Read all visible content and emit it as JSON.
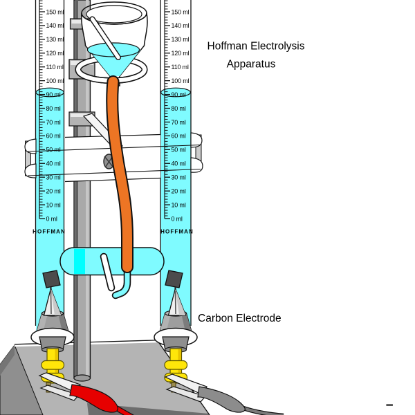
{
  "title": {
    "line1": "Hoffman Electrolysis",
    "line2": "Apparatus"
  },
  "annotations": {
    "carbon_electrode": "Carbon Electrode",
    "negative_terminal_sign": "−"
  },
  "tube": {
    "brand": "HOFFMAN"
  },
  "scale": {
    "unit": "ml",
    "max": 150,
    "min": 0,
    "step": 10,
    "values": [
      150,
      140,
      130,
      120,
      110,
      100,
      90,
      80,
      70,
      60,
      50,
      40,
      30,
      20,
      10,
      0
    ],
    "labels": [
      "150 ml",
      "140 ml",
      "130 ml",
      "120 ml",
      "110 ml",
      "100 ml",
      "90 ml",
      "80 ml",
      "70 ml",
      "60 ml",
      "50 ml",
      "40 ml",
      "30 ml",
      "20 ml",
      "10 ml",
      "0 ml"
    ],
    "liquid_level_ml": 92
  },
  "colors": {
    "liquid_cyan": "#7FFBFF",
    "bright_cyan": "#00FFFF",
    "tube_orange": "#ED7524",
    "connector_yellow": "#FFE60A",
    "clip_red": "#E60000",
    "clip_gray": "#8C8C8C",
    "base_gray": "#B4B4B4",
    "electrode_dark": "#4C4C4C"
  }
}
